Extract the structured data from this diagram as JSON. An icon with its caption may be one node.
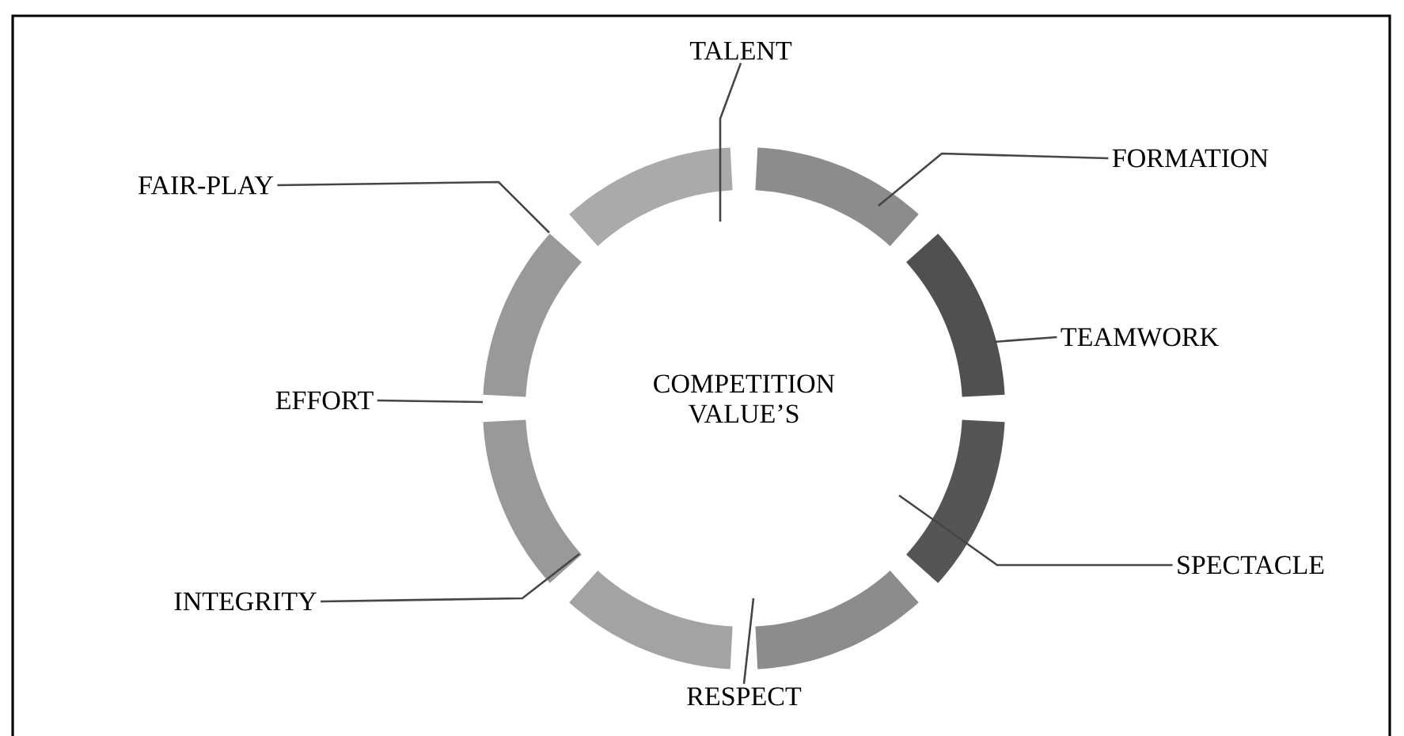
{
  "diagram": {
    "nodes": [
      {
        "text": [
          "TALENT"
        ]
      },
      {
        "text": [
          "FAIR-PLAY"
        ]
      },
      {
        "text": [
          "FORMATION"
        ]
      },
      {
        "text": [
          "COMPETITION VALUE’S"
        ]
      },
      {
        "text": [
          "TEAMWORK"
        ]
      },
      {
        "text": [
          "EFFORT"
        ]
      },
      {
        "text": [
          "SPECTACLE"
        ]
      },
      {
        "text": [
          "INTEGRITY"
        ]
      },
      {
        "text": [
          "RESPECT"
        ]
      }
    ],
    "edges": [
      {
        "from": 0,
        "to": null,
        "arrow": "none"
      },
      {
        "from": 1,
        "to": null,
        "arrow": "none"
      },
      {
        "from": 2,
        "to": null,
        "arrow": "none"
      },
      {
        "from": 4,
        "to": null,
        "arrow": "none"
      },
      {
        "from": 5,
        "to": null,
        "arrow": "none"
      },
      {
        "from": 6,
        "to": null,
        "arrow": "none"
      },
      {
        "from": 7,
        "to": null,
        "arrow": "none"
      },
      {
        "from": 8,
        "to": null,
        "arrow": "none"
      }
    ]
  }
}
